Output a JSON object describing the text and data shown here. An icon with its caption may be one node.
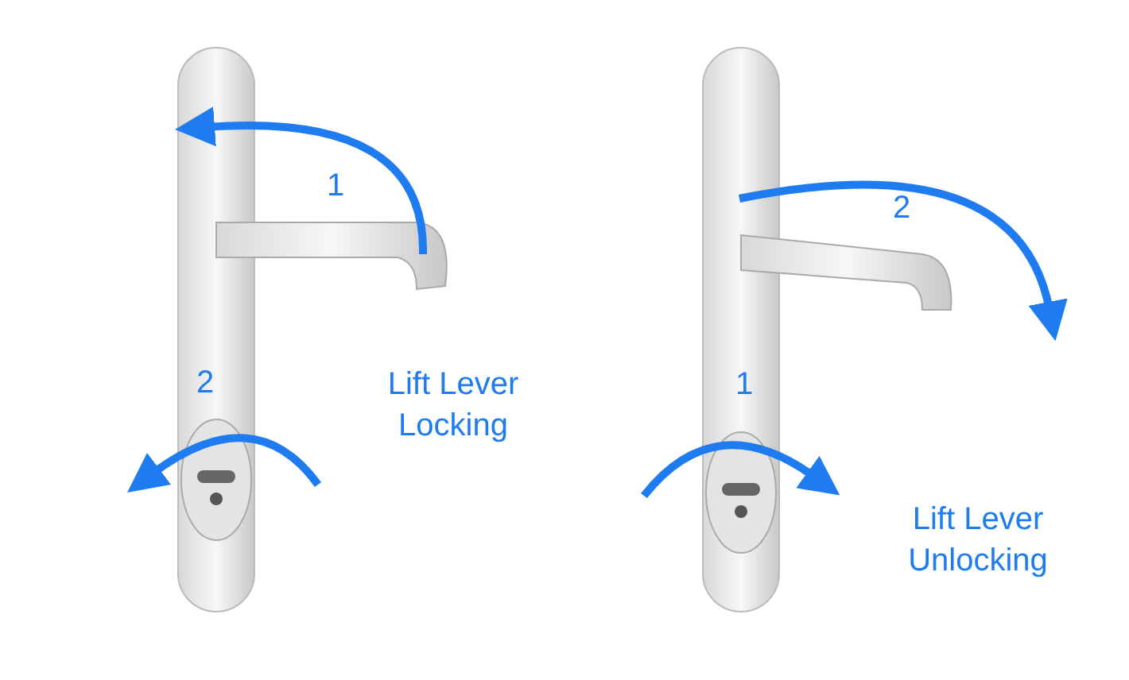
{
  "diagram": {
    "labels": [
      "1",
      "2",
      "Lift Lever Locking",
      "2",
      "1",
      "Lift Lever Unlocking"
    ]
  }
}
